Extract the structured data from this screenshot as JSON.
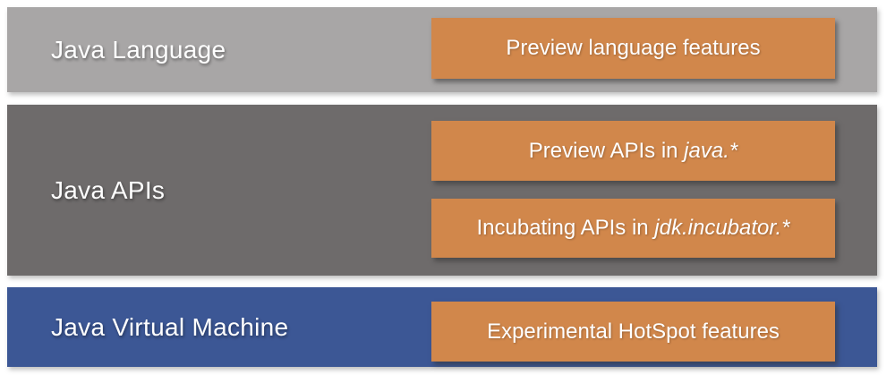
{
  "layers": [
    {
      "label": "Java Language",
      "color": "#a8a6a6",
      "buttons": [
        {
          "prefix": "Preview language features",
          "italic": ""
        }
      ]
    },
    {
      "label": "Java APIs",
      "color": "#6e6b6b",
      "buttons": [
        {
          "prefix": "Preview APIs in ",
          "italic": "java.*"
        },
        {
          "prefix": "Incubating APIs in ",
          "italic": "jdk.incubator.*"
        }
      ]
    },
    {
      "label": "Java Virtual Machine",
      "color": "#3c5795",
      "buttons": [
        {
          "prefix": "Experimental HotSpot features",
          "italic": ""
        }
      ]
    }
  ],
  "colors": {
    "feature_box": "#d1874b",
    "text": "#ffffff",
    "background": "#ffffff"
  }
}
